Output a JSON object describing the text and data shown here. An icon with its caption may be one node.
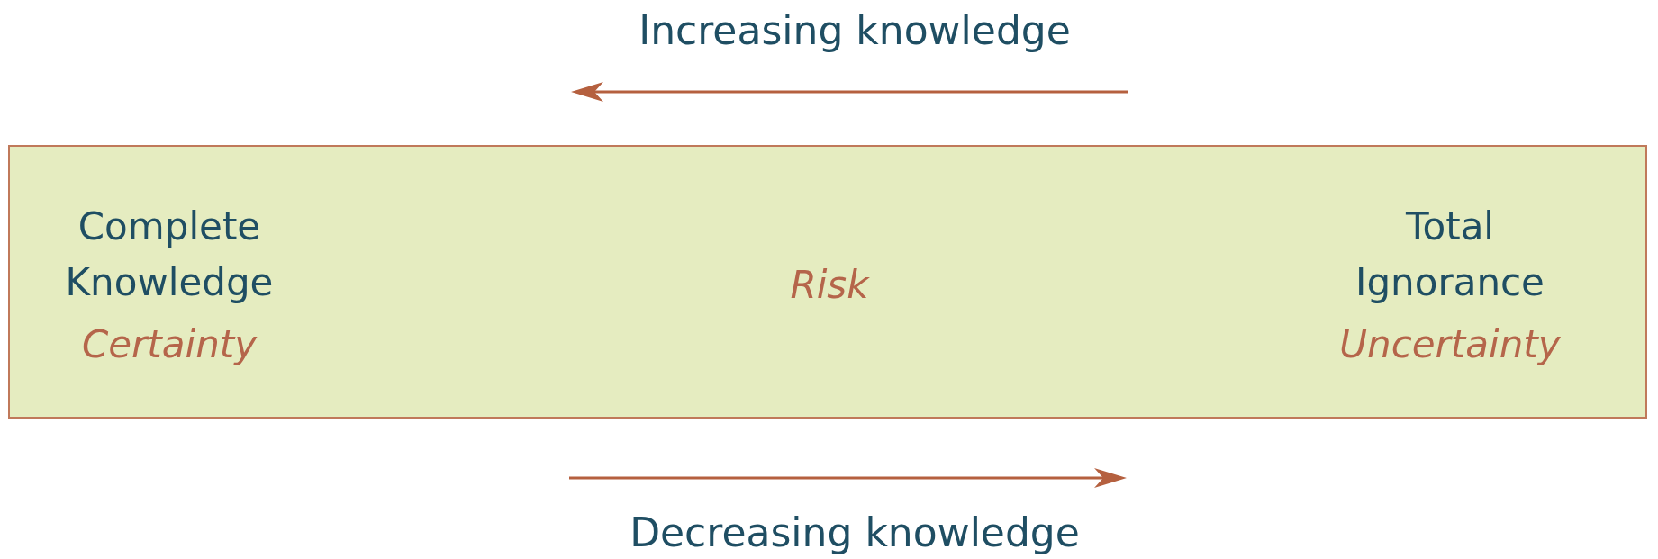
{
  "diagram": {
    "nodes": [
      {
        "text": [
          "Complete Knowledge",
          "Certainty",
          "Risk",
          "Total Ignorance",
          "Uncertainty"
        ]
      }
    ],
    "edges": [],
    "labels": [
      "Increasing knowledge",
      "Decreasing knowledge"
    ]
  }
}
